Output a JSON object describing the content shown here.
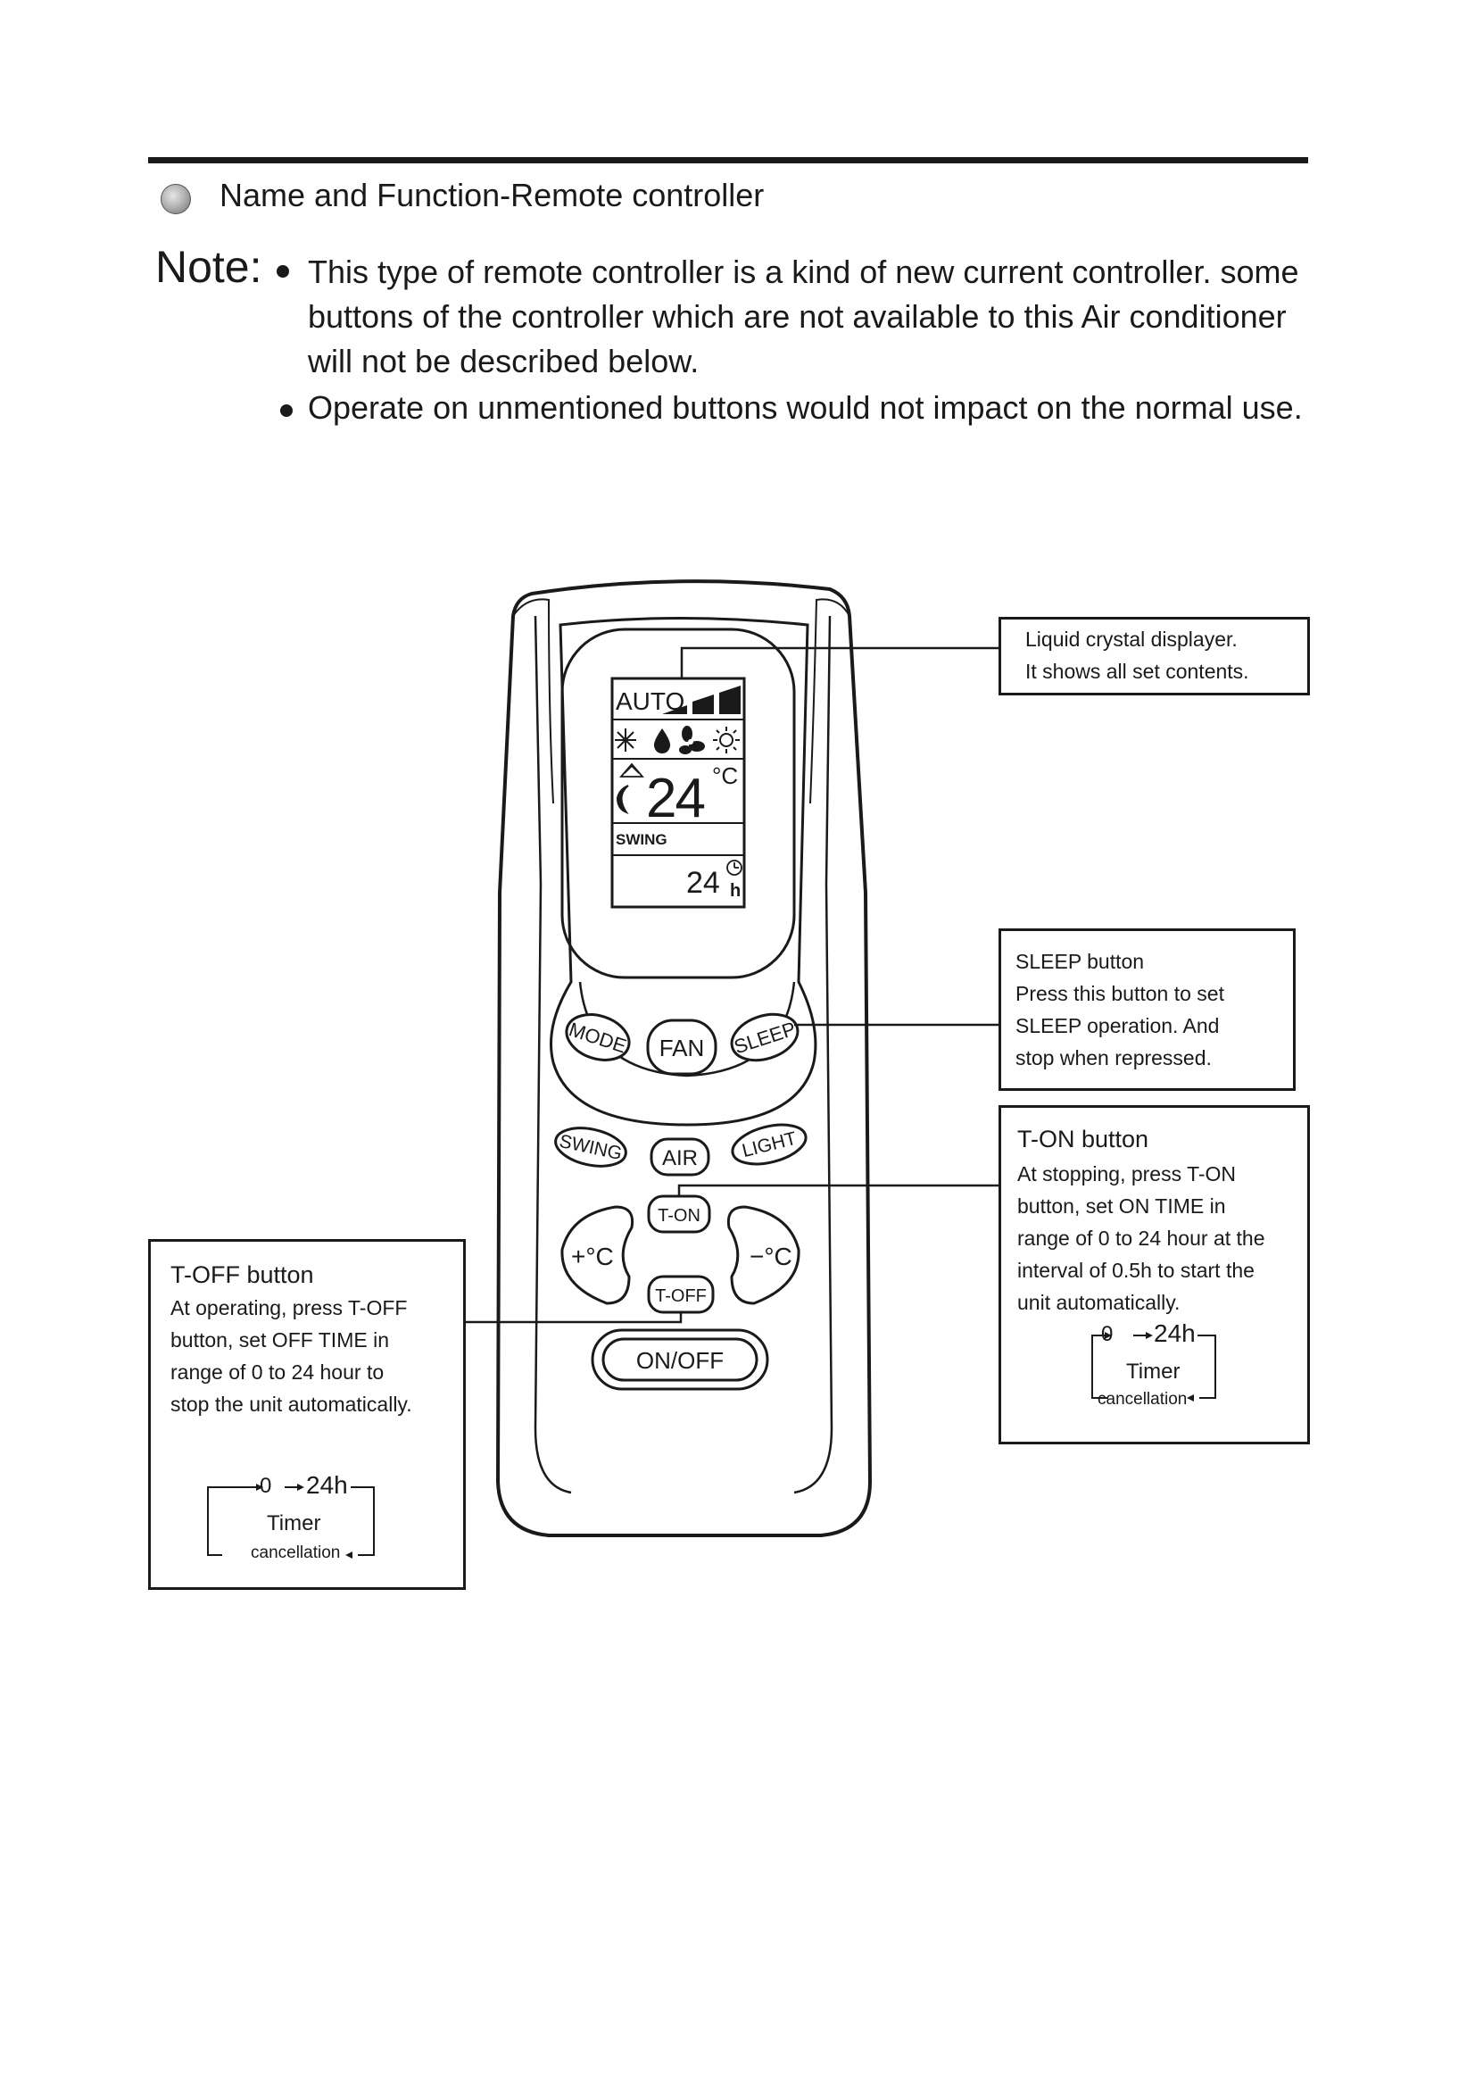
{
  "header": {
    "section_title": "Name and Function-Remote controller"
  },
  "note": {
    "label": "Note:",
    "line1": "This type of remote controller is a kind of new current controller. some",
    "line2": "buttons of the controller which are not available to this Air conditioner",
    "line3": "will not be described below.",
    "line4": "Operate on unmentioned buttons would not impact on the normal use."
  },
  "remote": {
    "display": {
      "mode": "AUTO",
      "temperature": "24",
      "temp_unit": "°C",
      "swing": "SWING",
      "timer_value": "24",
      "timer_unit": "h",
      "icons": [
        "snowflake-icon",
        "water-drop-icon",
        "fan-icon",
        "sun-icon",
        "sleep-moon-icon",
        "swing-icon",
        "clock-icon"
      ]
    },
    "buttons": {
      "mode": "MODE",
      "fan": "FAN",
      "sleep": "SLEEP",
      "swing": "SWING",
      "air": "AIR",
      "light": "LIGHT",
      "t_on": "T-ON",
      "t_off": "T-OFF",
      "temp_up": "+°C",
      "temp_down": "−°C",
      "on_off": "ON/OFF"
    }
  },
  "callouts": {
    "lcd": {
      "line1": "Liquid crystal displayer.",
      "line2": "It shows all set contents."
    },
    "sleep": {
      "line1": "SLEEP button",
      "line2": "Press this button to set",
      "line3": "SLEEP operation. And",
      "line4": "stop when repressed."
    },
    "t_on": {
      "title": "T-ON button",
      "line1": "At stopping, press T-ON",
      "line2": "button, set ON TIME in",
      "line3": "range of 0 to 24 hour at the",
      "line4": "interval of 0.5h to start the",
      "line5": "unit automatically.",
      "timer_start": "0",
      "timer_end": "24h",
      "timer_label": "Timer",
      "timer_cancel": "cancellation"
    },
    "t_off": {
      "title": "T-OFF button",
      "line1": "At operating, press T-OFF",
      "line2": "button, set OFF TIME in",
      "line3": "range of 0 to 24 hour to",
      "line4": "stop the unit automatically.",
      "timer_start": "0",
      "timer_end": "24h",
      "timer_label": "Timer",
      "timer_cancel": "cancellation"
    }
  }
}
